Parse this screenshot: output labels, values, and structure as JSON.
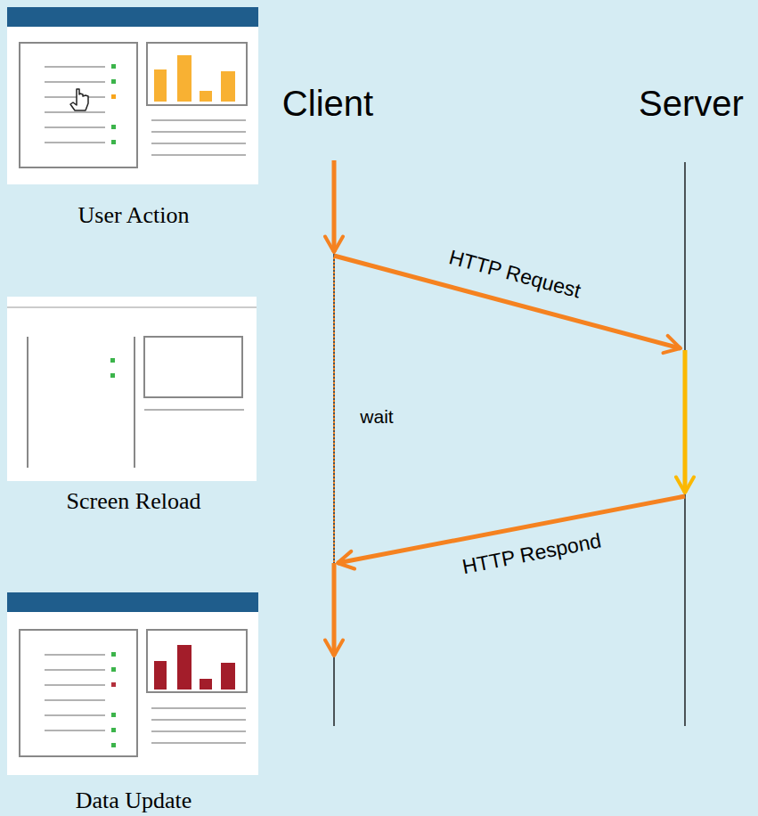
{
  "diagram": {
    "labels": [
      "Client",
      "Server",
      "User Action",
      "HTTP Request",
      "wait",
      "Screen Reload",
      "HTTP Respond",
      "Data Update"
    ]
  }
}
